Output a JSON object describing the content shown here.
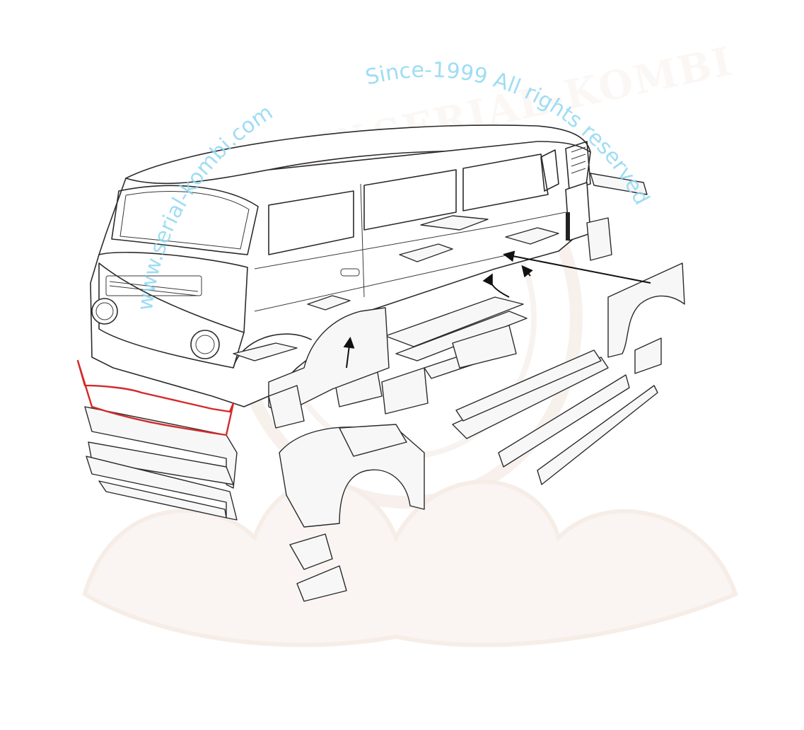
{
  "watermark": {
    "url_text": "www.serial-kombi.com",
    "since_text": "Since-1999 All rights reserved",
    "brand_text": "WWW.SERIAL-KOMBI",
    "colors": {
      "text": "#8fd8f2",
      "logo": "#f1e2d8"
    }
  },
  "highlight": {
    "part": "front-valance-panel",
    "color": "#d42a2a"
  },
  "icons": [
    "arrow-icon"
  ]
}
